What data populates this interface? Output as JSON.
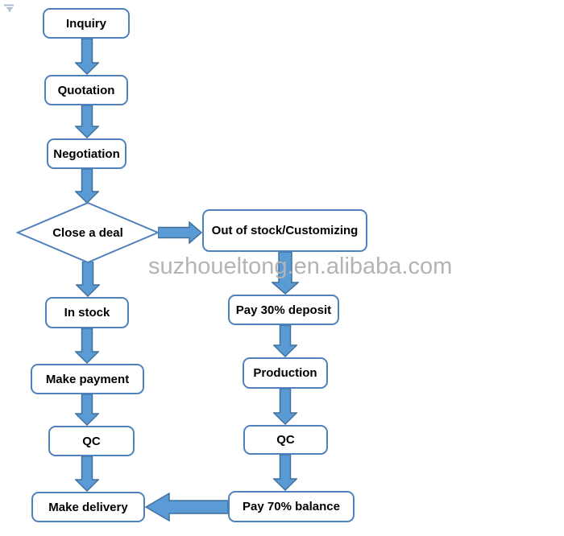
{
  "watermark": {
    "text": "suzhoueltong.en.alibaba.com"
  },
  "colors": {
    "box_border": "#4f81bd",
    "arrow_fill": "#5b9bd5",
    "arrow_outline": "#41719c",
    "node_text": "#000000",
    "watermark_text": "#b4b4b4",
    "background": "#ffffff"
  },
  "icons": {
    "top_left": "object-anchor-icon"
  },
  "nodes": {
    "inquiry": {
      "label": "Inquiry"
    },
    "quotation": {
      "label": "Quotation"
    },
    "negotiation": {
      "label": "Negotiation"
    },
    "close_deal": {
      "label": "Close a deal"
    },
    "in_stock": {
      "label": "In stock"
    },
    "make_payment": {
      "label": "Make payment"
    },
    "qc_left": {
      "label": "QC"
    },
    "make_delivery": {
      "label": "Make delivery"
    },
    "out_of_stock": {
      "label": "Out of stock/Customizing"
    },
    "pay_deposit": {
      "label": "Pay 30% deposit"
    },
    "production": {
      "label": "Production"
    },
    "qc_right": {
      "label": "QC"
    },
    "pay_balance": {
      "label": "Pay 70% balance"
    }
  }
}
